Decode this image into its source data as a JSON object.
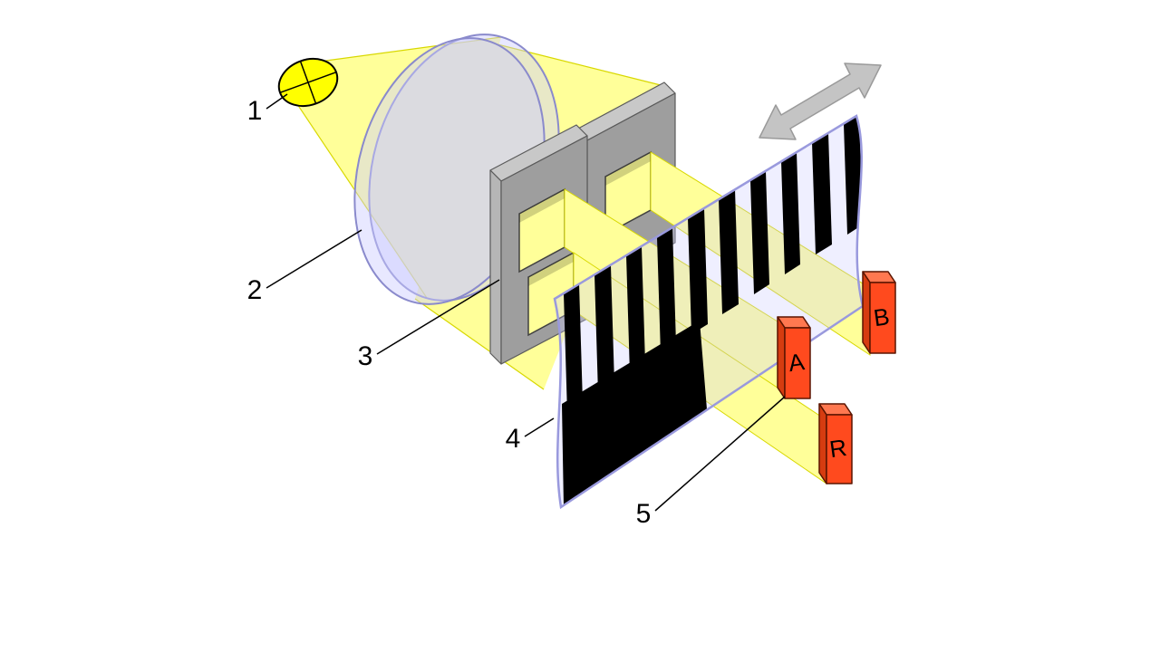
{
  "diagram": {
    "background": "#ffffff",
    "labels": {
      "n1": "1",
      "n2": "2",
      "n3": "3",
      "n4": "4",
      "n5": "5"
    },
    "detectors": {
      "a": "A",
      "b": "B",
      "r": "R"
    },
    "colors": {
      "beam": "#ffff99",
      "beam_edge": "#d8d800",
      "bulb": "#ffff00",
      "lens": "#ccccff",
      "lens_edge": "#8a8acc",
      "mask_front": "#9e9e9e",
      "mask_top": "#c8c8c8",
      "mask_side": "#b6b6b6",
      "mask_edge": "#5a5a5a",
      "window": "#ffff99",
      "scale_tint": "#ccccff",
      "scale_edge": "#9999dd",
      "stripe": "#000000",
      "detector_front": "#ff4a1e",
      "detector_top": "#ff7850",
      "detector_side": "#d63c10",
      "detector_edge": "#5a1400",
      "arrow": "#c4c4c4",
      "arrow_edge": "#9a9a9a",
      "annotation": "#000000"
    }
  }
}
